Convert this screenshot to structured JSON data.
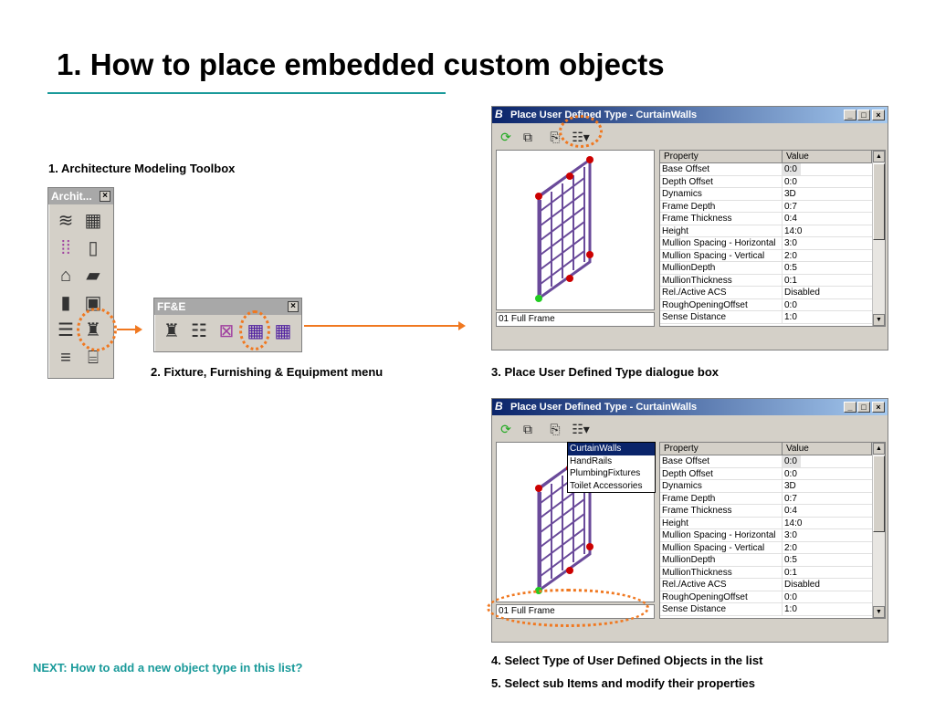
{
  "title": "1. How to place embedded custom objects",
  "captions": {
    "c1": "1. Architecture Modeling Toolbox",
    "c2": "2. Fixture, Furnishing & Equipment menu",
    "c3": "3. Place User Defined Type dialogue box",
    "c4": "4. Select Type of User Defined Objects in the list",
    "c5": "5. Select sub Items and modify their properties",
    "next": "NEXT: How to add a new object type in this list?"
  },
  "toolbox": {
    "title": "Archit...",
    "close": "×"
  },
  "ffe": {
    "title": "FF&E",
    "close": "×"
  },
  "dialog": {
    "title": "Place User Defined Type - CurtainWalls",
    "min": "_",
    "max": "□",
    "close": "×",
    "item_name": "01 Full Frame",
    "columns": [
      "Property",
      "Value"
    ],
    "rows": [
      [
        "Base Offset",
        "0:0"
      ],
      [
        "Depth Offset",
        "0:0"
      ],
      [
        "Dynamics",
        "3D"
      ],
      [
        "Frame Depth",
        "0:7"
      ],
      [
        "Frame Thickness",
        "0:4"
      ],
      [
        "Height",
        "14:0"
      ],
      [
        "Mullion Spacing - Horizontal",
        "3:0"
      ],
      [
        "Mullion Spacing - Vertical",
        "2:0"
      ],
      [
        "MullionDepth",
        "0:5"
      ],
      [
        "MullionThickness",
        "0:1"
      ],
      [
        "Rel./Active ACS",
        "Disabled"
      ],
      [
        "RoughOpeningOffset",
        "0:0"
      ],
      [
        "Sense Distance",
        "1:0"
      ]
    ],
    "type_list": [
      "CurtainWalls",
      "HandRails",
      "PlumbingFixtures",
      "Toilet Accessories"
    ]
  }
}
